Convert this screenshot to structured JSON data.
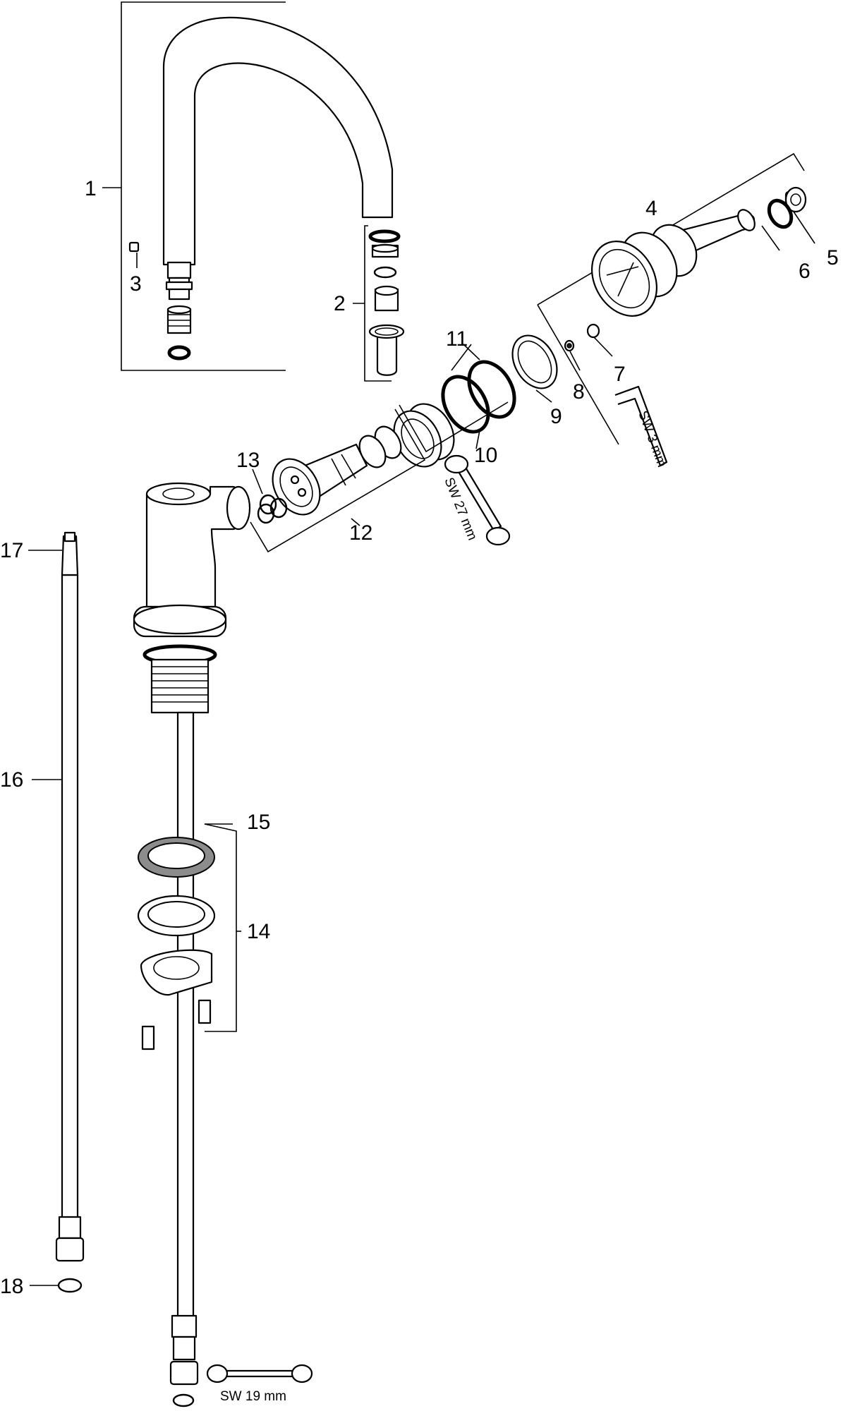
{
  "callouts": [
    {
      "id": "1",
      "text": "1"
    },
    {
      "id": "2",
      "text": "2"
    },
    {
      "id": "3",
      "text": "3"
    },
    {
      "id": "4",
      "text": "4"
    },
    {
      "id": "5",
      "text": "5"
    },
    {
      "id": "6",
      "text": "6"
    },
    {
      "id": "7",
      "text": "7"
    },
    {
      "id": "8",
      "text": "8"
    },
    {
      "id": "9",
      "text": "9"
    },
    {
      "id": "10",
      "text": "10"
    },
    {
      "id": "11",
      "text": "11"
    },
    {
      "id": "12",
      "text": "12"
    },
    {
      "id": "13",
      "text": "13"
    },
    {
      "id": "14",
      "text": "14"
    },
    {
      "id": "15",
      "text": "15"
    },
    {
      "id": "16",
      "text": "16"
    },
    {
      "id": "17",
      "text": "17"
    },
    {
      "id": "18",
      "text": "18"
    }
  ],
  "tools": {
    "hex_key": "SW 3 mm",
    "spanner_27": "SW 27 mm",
    "spanner_19": "SW 19 mm"
  }
}
